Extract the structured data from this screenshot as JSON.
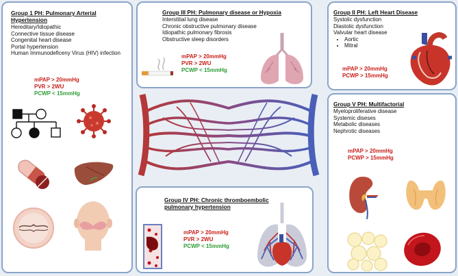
{
  "group1": {
    "title": "Group 1 PH: Pulmonary Arterial Hypertension",
    "items": [
      "Hereditary/Idiopathic",
      "Connective tissue disease",
      "Congenital heart disease",
      "Portal hypertension",
      "Human Immunodeficeny Virus (HIV) infection"
    ],
    "mpap": "mPAP > 20mmHg",
    "pvr": "PVR > 2WU",
    "pcwp": "PCWP < 15mmHg",
    "icons": [
      "pedigree-icon",
      "virus-icon",
      "pill-icon",
      "liver-icon",
      "heart-valve-icon",
      "face-rash-icon"
    ]
  },
  "group3": {
    "title": "Group III PH: Pulmonary disease or Hypoxia",
    "items": [
      "Interstitial lung disease",
      "Chronic obstructive pulmonary disease",
      "Idiopathic pulmonary fibrosis",
      "Obstructive sleep disorders"
    ],
    "mpap": "mPAP > 20mmHg",
    "pvr": "PVR > 2WU",
    "pcwp": "PCWP < 15mmHg",
    "icons": [
      "cigarette-icon",
      "lungs-icon"
    ]
  },
  "group2": {
    "title": "Group II PH: Left Heart Disease",
    "items": [
      "Systolic dysfunction",
      "Diastolic dysfunction",
      "Valvular heart disease"
    ],
    "subitems": [
      "Aortic",
      "Mitral"
    ],
    "mpap": "mPAP > 20mmHg",
    "pcwp": "PCWP > 15mmHg",
    "icons": [
      "heart-icon"
    ]
  },
  "group5": {
    "title": "Group V PH: Multifactorial",
    "items": [
      "Myeloproliferative disease",
      "Systemic diseses",
      "Metabolic diseases",
      "Nephrotic diseases"
    ],
    "mpap": "mPAP > 20mmHg",
    "pcwp": "PCWP > 15mmHg",
    "icons": [
      "kidney-icon",
      "thyroid-icon",
      "fat-cells-icon",
      "red-blood-cell-icon"
    ]
  },
  "group4": {
    "title": "Group IV PH: Chronic thromboembolic pulmonary hypertension",
    "mpap": "mPAP > 20mmHg",
    "pvr": "PVR > 2WU",
    "pcwp": "PCWP < 15mmHg",
    "icons": [
      "clot-vessel-icon",
      "lungs-heart-icon"
    ]
  },
  "center": {
    "icons": [
      "vascular-network-icon"
    ]
  },
  "colors": {
    "border": "#8aa4c8",
    "red": "#c8201b",
    "green": "#2e9c35",
    "artery": "#b83a3a",
    "vein": "#4a5fb5"
  }
}
